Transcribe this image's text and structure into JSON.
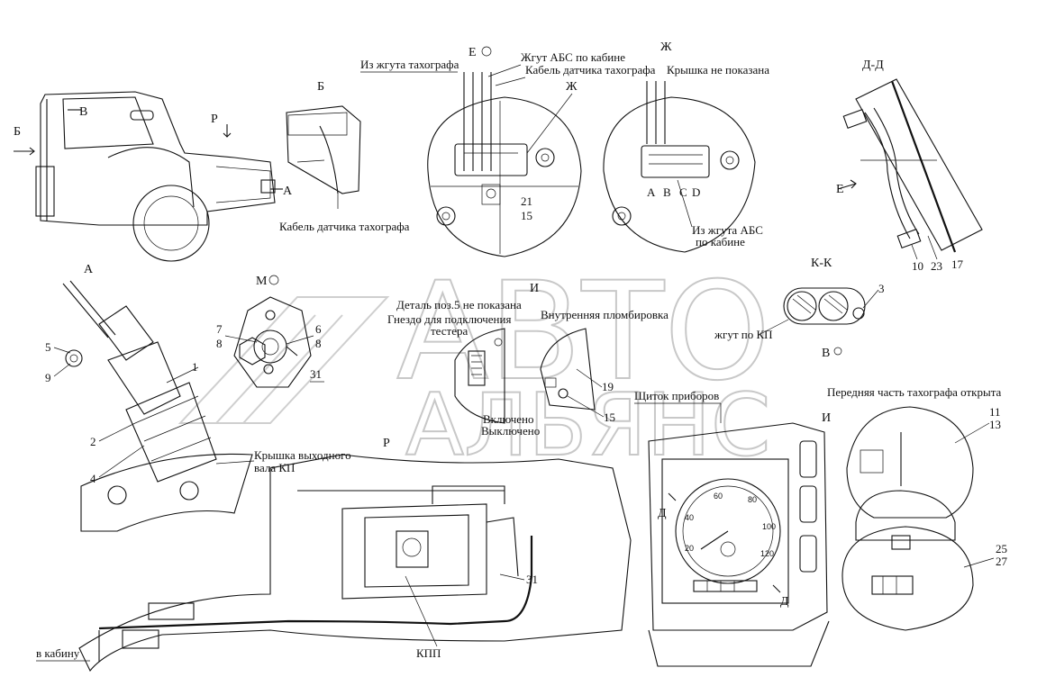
{
  "watermark": {
    "line1": "АВТО",
    "line2": "АЛЬЯНС"
  },
  "sections": {
    "B_top": "Б",
    "P_top": "Р",
    "B_arrow": "Б",
    "V": "В",
    "A_arrow": "А",
    "E": "Е",
    "Zh_top": "Ж",
    "Zh_head": "Ж",
    "DD": "Д-Д",
    "E_arrow": "Е",
    "A_head": "А",
    "M": "М",
    "I_head": "И",
    "KK": "К-К",
    "V_small": "В",
    "P_mid": "Р",
    "D1": "Д",
    "D2": "Д",
    "I2": "И"
  },
  "labels": {
    "cable_tacho_left": "Кабель датчика тахографа",
    "from_harness_tacho": "Из жгута тахографа",
    "abs_harness_cab": "Жгут АБС по кабине",
    "cable_tacho_sensor": "Кабель датчика тахографа",
    "cover_not_shown": "Крышка не показана",
    "from_abs_1": "Из жгута АБС",
    "from_abs_2": "по кабине",
    "pins": [
      "A",
      "B",
      "C",
      "D"
    ],
    "detail5": "Деталь поз.5 не показана",
    "socket_1": "Гнездо для подключения",
    "socket_2": "тестера",
    "internal_seal": "Внутренняя пломбировка",
    "on": "Включено",
    "off": "Выключено",
    "harness_kp": "жгут по КП",
    "gearbox_cover_1": "Крышка выходного",
    "gearbox_cover_2": "вала КП",
    "instrument_panel": "Щиток приборов",
    "front_open": "Передняя часть тахографа открыта",
    "to_cab": "в кабину",
    "kpp": "КПП"
  },
  "numbers": {
    "n21": "21",
    "n15a": "15",
    "n10": "10",
    "n23": "23",
    "n17": "17",
    "n3": "3",
    "n5": "5",
    "n9": "9",
    "n1": "1",
    "n2": "2",
    "n4": "4",
    "n7": "7",
    "n8a": "8",
    "n6": "6",
    "n8b": "8",
    "n31a": "31",
    "n19": "19",
    "n15b": "15",
    "n11": "11",
    "n13": "13",
    "n25": "25",
    "n27": "27",
    "n31b": "31"
  },
  "gauge": {
    "ticks": [
      "20",
      "40",
      "60",
      "80",
      "100",
      "120"
    ]
  }
}
